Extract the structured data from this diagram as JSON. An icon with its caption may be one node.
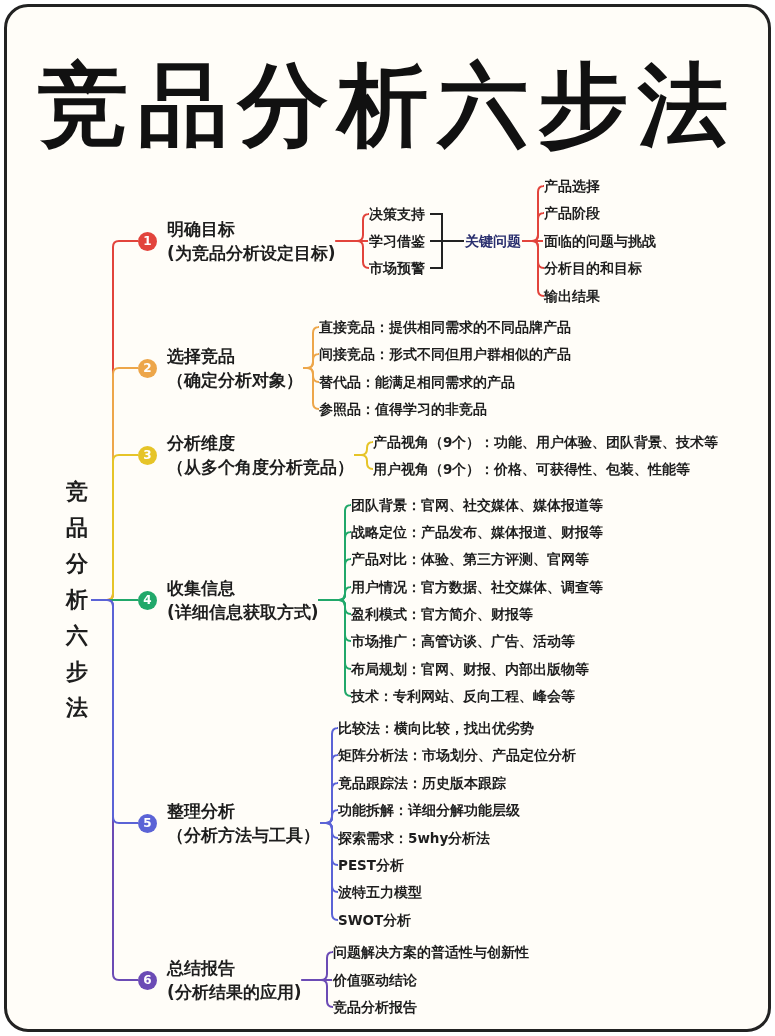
{
  "diagram": {
    "title": "竞品分析六步法",
    "nodes": [
      {
        "text": [
          "竞品分析六步法"
        ]
      },
      {
        "text": [
          "1",
          "明确目标",
          "(为竞品分析设定目标)"
        ]
      },
      {
        "text": [
          "决策支持"
        ]
      },
      {
        "text": [
          "学习借鉴"
        ]
      },
      {
        "text": [
          "市场预警"
        ]
      },
      {
        "text": [
          "关键问题"
        ]
      },
      {
        "text": [
          "产品选择"
        ]
      },
      {
        "text": [
          "产品阶段"
        ]
      },
      {
        "text": [
          "面临的问题与挑战"
        ]
      },
      {
        "text": [
          "分析目的和目标"
        ]
      },
      {
        "text": [
          "输出结果"
        ]
      },
      {
        "text": [
          "2",
          "选择竞品",
          "（确定分析对象）"
        ]
      },
      {
        "text": [
          "直接竞品：提供相同需求的不同品牌产品"
        ]
      },
      {
        "text": [
          "间接竞品：形式不同但用户群相似的产品"
        ]
      },
      {
        "text": [
          "替代品：能满足相同需求的产品"
        ]
      },
      {
        "text": [
          "参照品：值得学习的非竞品"
        ]
      },
      {
        "text": [
          "3",
          "分析维度",
          "（从多个角度分析竞品）"
        ]
      },
      {
        "text": [
          "产品视角（9个）：功能、用户体验、团队背景、技术等"
        ]
      },
      {
        "text": [
          "用户视角（9个）：价格、可获得性、包装、性能等"
        ]
      },
      {
        "text": [
          "4",
          "收集信息",
          "(详细信息获取方式)"
        ]
      },
      {
        "text": [
          "团队背景：官网、社交媒体、媒体报道等"
        ]
      },
      {
        "text": [
          "战略定位：产品发布、媒体报道、财报等"
        ]
      },
      {
        "text": [
          "产品对比：体验、第三方评测、官网等"
        ]
      },
      {
        "text": [
          "用户情况：官方数据、社交媒体、调查等"
        ]
      },
      {
        "text": [
          "盈利模式：官方简介、财报等"
        ]
      },
      {
        "text": [
          "市场推广：高管访谈、广告、活动等"
        ]
      },
      {
        "text": [
          "布局规划：官网、财报、内部出版物等"
        ]
      },
      {
        "text": [
          "技术：专利网站、反向工程、峰会等"
        ]
      },
      {
        "text": [
          "5",
          "整理分析",
          "（分析方法与工具）"
        ]
      },
      {
        "text": [
          "比较法：横向比较，找出优劣势"
        ]
      },
      {
        "text": [
          "矩阵分析法：市场划分、产品定位分析"
        ]
      },
      {
        "text": [
          "竟品跟踪法：历史版本跟踪"
        ]
      },
      {
        "text": [
          "功能拆解：详细分解功能层级"
        ]
      },
      {
        "text": [
          "探索需求：5why分析法"
        ]
      },
      {
        "text": [
          "PEST分析"
        ]
      },
      {
        "text": [
          "波特五力模型"
        ]
      },
      {
        "text": [
          "SWOT分析"
        ]
      },
      {
        "text": [
          "6",
          "总结报告",
          "(分析结果的应用)"
        ]
      },
      {
        "text": [
          "问题解决方案的普适性与创新性"
        ]
      },
      {
        "text": [
          "价值驱动结论"
        ]
      },
      {
        "text": [
          "竞品分析报告"
        ]
      }
    ],
    "edges": [
      {
        "from": 0,
        "to": 1,
        "arrow": "none",
        "color": "#e2443c"
      },
      {
        "from": 1,
        "to": 2,
        "arrow": "none",
        "color": "#e2443c"
      },
      {
        "from": 1,
        "to": 3,
        "arrow": "none",
        "color": "#e2443c"
      },
      {
        "from": 1,
        "to": 4,
        "arrow": "none",
        "color": "#e2443c"
      },
      {
        "from": 2,
        "to": 5,
        "arrow": "none",
        "color": "#222222"
      },
      {
        "from": 3,
        "to": 5,
        "arrow": "none",
        "color": "#222222"
      },
      {
        "from": 4,
        "to": 5,
        "arrow": "none",
        "color": "#222222"
      },
      {
        "from": 5,
        "to": 6,
        "arrow": "none",
        "color": "#e2443c"
      },
      {
        "from": 5,
        "to": 7,
        "arrow": "none",
        "color": "#e2443c"
      },
      {
        "from": 5,
        "to": 8,
        "arrow": "none",
        "color": "#e2443c"
      },
      {
        "from": 5,
        "to": 9,
        "arrow": "none",
        "color": "#e2443c"
      },
      {
        "from": 5,
        "to": 10,
        "arrow": "none",
        "color": "#e2443c"
      },
      {
        "from": 0,
        "to": 11,
        "arrow": "none",
        "color": "#eda64a"
      },
      {
        "from": 11,
        "to": 12,
        "arrow": "none",
        "color": "#eda64a"
      },
      {
        "from": 11,
        "to": 13,
        "arrow": "none",
        "color": "#eda64a"
      },
      {
        "from": 11,
        "to": 14,
        "arrow": "none",
        "color": "#eda64a"
      },
      {
        "from": 11,
        "to": 15,
        "arrow": "none",
        "color": "#eda64a"
      },
      {
        "from": 0,
        "to": 16,
        "arrow": "none",
        "color": "#e6c428"
      },
      {
        "from": 16,
        "to": 17,
        "arrow": "none",
        "color": "#e6c428"
      },
      {
        "from": 16,
        "to": 18,
        "arrow": "none",
        "color": "#e6c428"
      },
      {
        "from": 0,
        "to": 19,
        "arrow": "none",
        "color": "#21a86a"
      },
      {
        "from": 19,
        "to": 20,
        "arrow": "none",
        "color": "#21a86a"
      },
      {
        "from": 19,
        "to": 21,
        "arrow": "none",
        "color": "#21a86a"
      },
      {
        "from": 19,
        "to": 22,
        "arrow": "none",
        "color": "#21a86a"
      },
      {
        "from": 19,
        "to": 23,
        "arrow": "none",
        "color": "#21a86a"
      },
      {
        "from": 19,
        "to": 24,
        "arrow": "none",
        "color": "#21a86a"
      },
      {
        "from": 19,
        "to": 25,
        "arrow": "none",
        "color": "#21a86a"
      },
      {
        "from": 19,
        "to": 26,
        "arrow": "none",
        "color": "#21a86a"
      },
      {
        "from": 19,
        "to": 27,
        "arrow": "none",
        "color": "#21a86a"
      },
      {
        "from": 0,
        "to": 28,
        "arrow": "none",
        "color": "#5b63d6"
      },
      {
        "from": 28,
        "to": 29,
        "arrow": "none",
        "color": "#5b63d6"
      },
      {
        "from": 28,
        "to": 30,
        "arrow": "none",
        "color": "#5b63d6"
      },
      {
        "from": 28,
        "to": 31,
        "arrow": "none",
        "color": "#5b63d6"
      },
      {
        "from": 28,
        "to": 32,
        "arrow": "none",
        "color": "#5b63d6"
      },
      {
        "from": 28,
        "to": 33,
        "arrow": "none",
        "color": "#5b63d6"
      },
      {
        "from": 28,
        "to": 34,
        "arrow": "none",
        "color": "#5b63d6"
      },
      {
        "from": 28,
        "to": 35,
        "arrow": "none",
        "color": "#5b63d6"
      },
      {
        "from": 28,
        "to": 36,
        "arrow": "none",
        "color": "#5b63d6"
      },
      {
        "from": 0,
        "to": 37,
        "arrow": "none",
        "color": "#6b4bb5"
      },
      {
        "from": 37,
        "to": 38,
        "arrow": "none",
        "color": "#6b4bb5"
      },
      {
        "from": 37,
        "to": 39,
        "arrow": "none",
        "color": "#6b4bb5"
      },
      {
        "from": 37,
        "to": 40,
        "arrow": "none",
        "color": "#6b4bb5"
      }
    ]
  }
}
